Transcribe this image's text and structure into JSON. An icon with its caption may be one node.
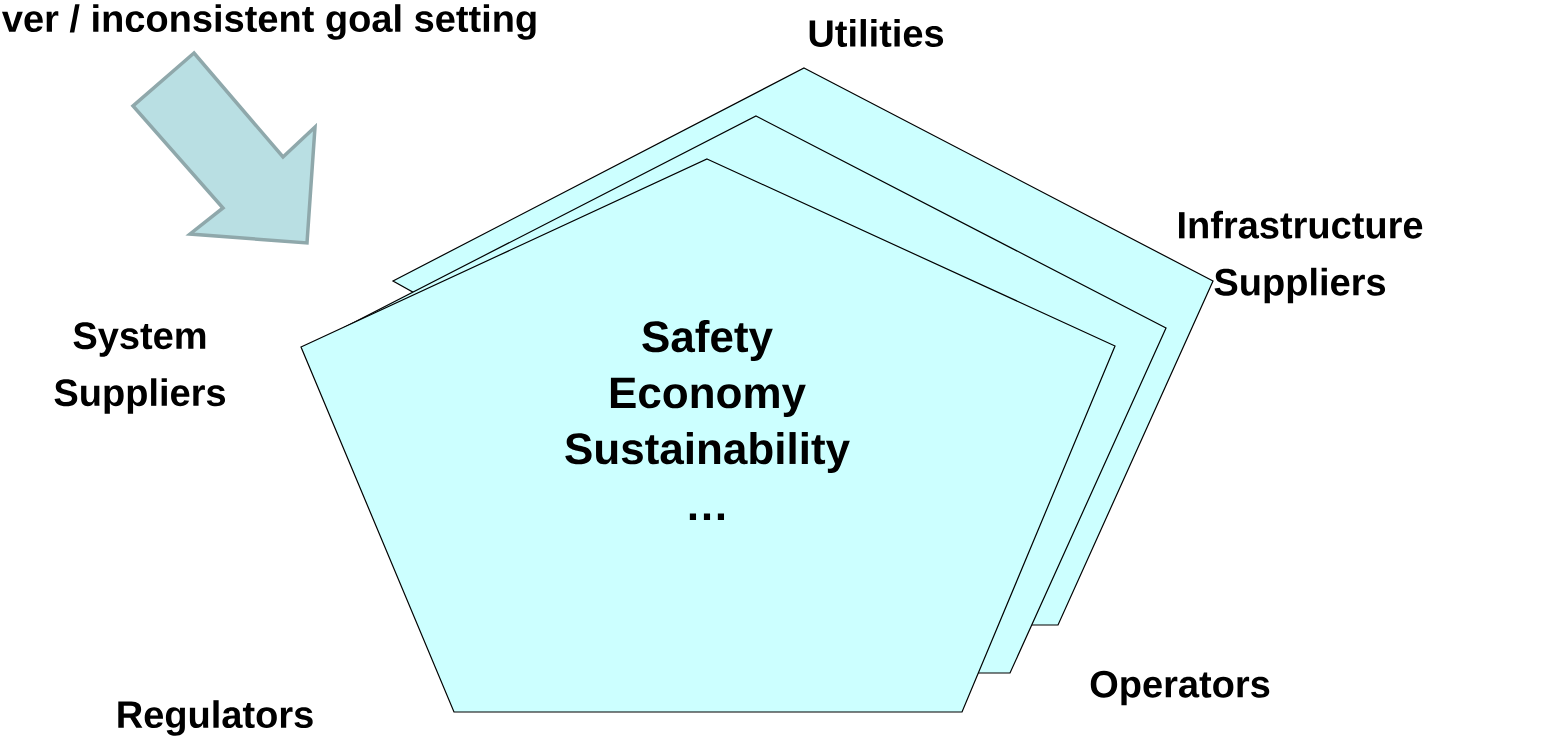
{
  "diagram": {
    "nodes": [
      {
        "text": [
          "Safety",
          "Economy",
          "Sustainability",
          "…"
        ]
      },
      {
        "text": [],
        "shape": "pentagon"
      },
      {
        "text": [],
        "shape": "pentagon"
      }
    ],
    "labels": [
      "ver / inconsistent goal setting",
      "Utilities",
      "Infrastructure Suppliers",
      "System Suppliers",
      "Regulators",
      "Operators"
    ]
  }
}
